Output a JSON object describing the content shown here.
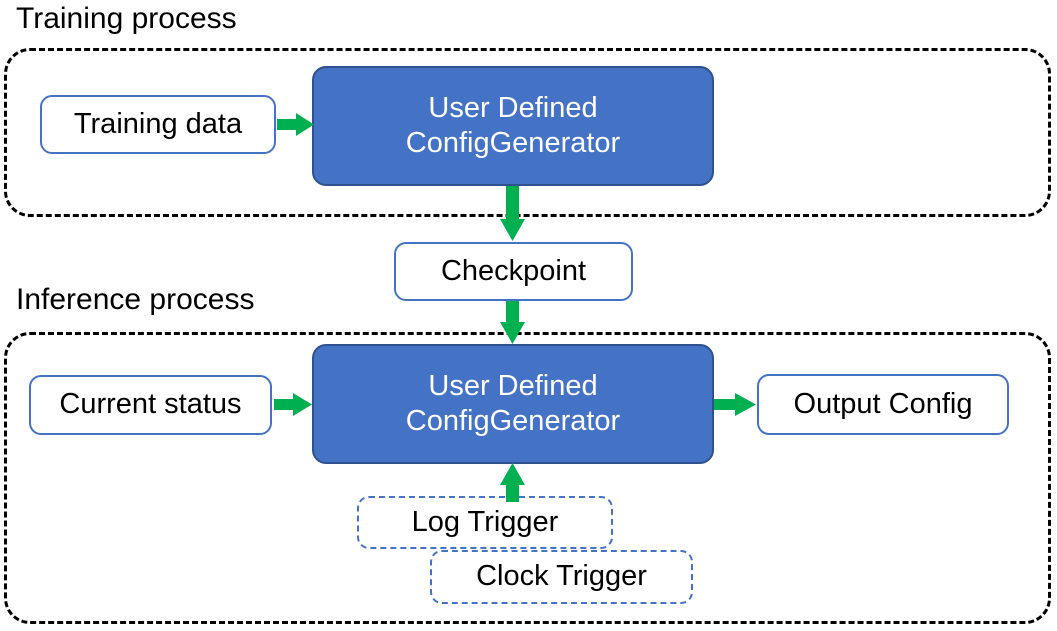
{
  "diagram": {
    "title_training": "Training process",
    "title_inference": "Inference process",
    "colors": {
      "process_blue_fill": "#4472C4",
      "process_blue_stroke": "#2F528F",
      "box_outline_blue": "#4472C4",
      "arrow_green": "#00B050",
      "container_dashed": "#000000",
      "text_dark": "#000000",
      "text_light": "#FFFFFF",
      "background": "#FFFFFF"
    },
    "training": {
      "container_label": "Training process",
      "input_box": "Training data",
      "process_box_line1": "User Defined",
      "process_box_line2": "ConfigGenerator"
    },
    "bridge": {
      "checkpoint_box": "Checkpoint"
    },
    "inference": {
      "container_label": "Inference process",
      "input_box": "Current status",
      "process_box_line1": "User Defined",
      "process_box_line2": "ConfigGenerator",
      "output_box": "Output Config",
      "triggers": [
        {
          "label": "Log Trigger"
        },
        {
          "label": "Clock Trigger"
        }
      ]
    },
    "edges": [
      {
        "from": "Training data",
        "to": "User Defined ConfigGenerator (training)",
        "direction": "right"
      },
      {
        "from": "User Defined ConfigGenerator (training)",
        "to": "Checkpoint",
        "direction": "down"
      },
      {
        "from": "Checkpoint",
        "to": "User Defined ConfigGenerator (inference)",
        "direction": "down"
      },
      {
        "from": "Current status",
        "to": "User Defined ConfigGenerator (inference)",
        "direction": "right"
      },
      {
        "from": "User Defined ConfigGenerator (inference)",
        "to": "Output Config",
        "direction": "right"
      },
      {
        "from": "Log Trigger",
        "to": "User Defined ConfigGenerator (inference)",
        "direction": "up"
      }
    ]
  }
}
